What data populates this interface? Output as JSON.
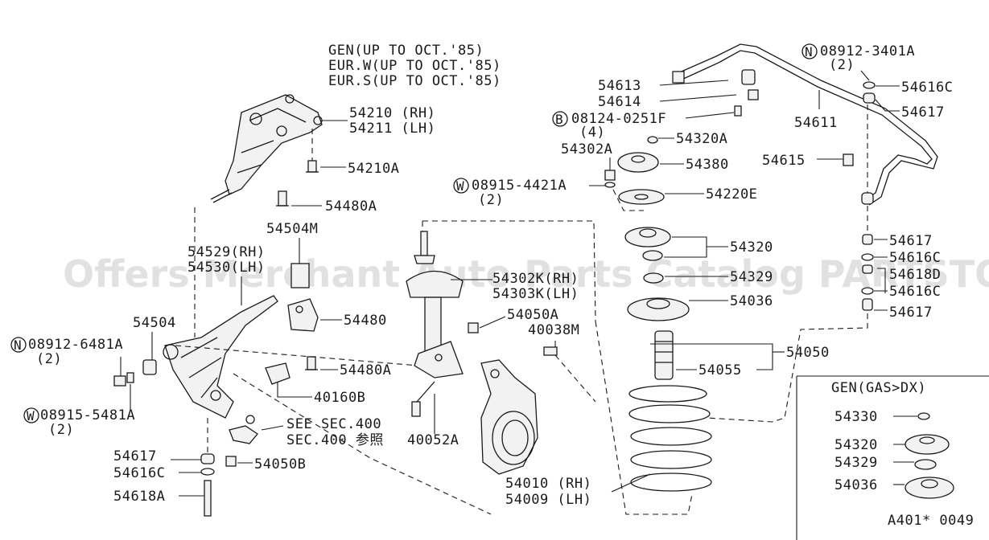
{
  "watermark": "Offers Merchant Auto Parts Catalog PARTSTORE.SA",
  "header_notes": [
    "GEN(UP TO OCT.'85)",
    "EUR.W(UP TO OCT.'85)",
    "EUR.S(UP TO OCT.'85)"
  ],
  "inset": {
    "title": "GEN(GAS>DX)",
    "labels": [
      "54330",
      "54320",
      "54329",
      "54036"
    ]
  },
  "figure_code": "A401* 0049",
  "labels": {
    "l54210": "54210 (RH)",
    "l54211": "54211 (LH)",
    "l54210A": "54210A",
    "l54480A_1": "54480A",
    "l54504M": "54504M",
    "l54529": "54529(RH)",
    "l54530": "54530(LH)",
    "l54504": "54504",
    "n08912_6481A": "08912-6481A",
    "n08912_6481A_q": "(2)",
    "l54480": "54480",
    "l54480A_2": "54480A",
    "l40160B": "40160B",
    "w08915_5481A": "08915-5481A",
    "w08915_5481A_q": "(2)",
    "see_sec": "SEE SEC.400",
    "sec_ref": "SEC.400 参照",
    "l54050B": "54050B",
    "l54617_a": "54617",
    "l54616C_a": "54616C",
    "l54618A_a": "54618A",
    "l54302K": "54302K(RH)",
    "l54303K": "54303K(LH)",
    "l54050A": "54050A",
    "l40038M": "40038M",
    "l40052A": "40052A",
    "l54010": "54010 (RH)",
    "l54009": "54009 (LH)",
    "l54613": "54613",
    "l54614": "54614",
    "b08124_0251F": "08124-0251F",
    "b08124_0251F_q": "(4)",
    "l54302A": "54302A",
    "l54320A": "54320A",
    "l54380": "54380",
    "w08915_4421A": "08915-4421A",
    "w08915_4421A_q": "(2)",
    "l54220E": "54220E",
    "l54320": "54320",
    "l54329": "54329",
    "l54036": "54036",
    "l54055": "54055",
    "l54050": "54050",
    "n08912_3401A": "08912-3401A",
    "n08912_3401A_q": "(2)",
    "l54616C_b": "54616C",
    "l54617_b": "54617",
    "l54611": "54611",
    "l54615": "54615",
    "l54617_c": "54617",
    "l54616C_c": "54616C",
    "l54618D": "54618D",
    "l54616C_d": "54616C",
    "l54617_d": "54617"
  },
  "circle_marks": {
    "N": "N",
    "W": "W",
    "B": "B"
  }
}
